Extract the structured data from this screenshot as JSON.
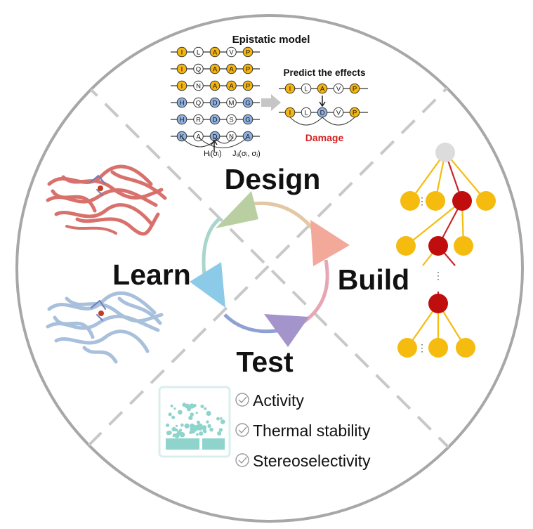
{
  "epistatic": {
    "title": "Epistatic model",
    "sequences": [
      {
        "residues": [
          {
            "l": "I",
            "c": "#f5b50e"
          },
          {
            "l": "L",
            "c": "#ffffff"
          },
          {
            "l": "A",
            "c": "#f5b50e"
          },
          {
            "l": "V",
            "c": "#ffffff"
          },
          {
            "l": "P",
            "c": "#f5b50e"
          }
        ]
      },
      {
        "residues": [
          {
            "l": "I",
            "c": "#f5b50e"
          },
          {
            "l": "Q",
            "c": "#ffffff"
          },
          {
            "l": "A",
            "c": "#f5b50e"
          },
          {
            "l": "A",
            "c": "#f5b50e"
          },
          {
            "l": "P",
            "c": "#f5b50e"
          }
        ]
      },
      {
        "residues": [
          {
            "l": "I",
            "c": "#f5b50e"
          },
          {
            "l": "N",
            "c": "#ffffff"
          },
          {
            "l": "A",
            "c": "#f5b50e"
          },
          {
            "l": "A",
            "c": "#f5b50e"
          },
          {
            "l": "P",
            "c": "#f5b50e"
          }
        ]
      },
      {
        "residues": [
          {
            "l": "H",
            "c": "#8fb1e0"
          },
          {
            "l": "Q",
            "c": "#ffffff"
          },
          {
            "l": "D",
            "c": "#8fb1e0"
          },
          {
            "l": "M",
            "c": "#ffffff"
          },
          {
            "l": "G",
            "c": "#8fb1e0"
          }
        ]
      },
      {
        "residues": [
          {
            "l": "H",
            "c": "#8fb1e0"
          },
          {
            "l": "R",
            "c": "#ffffff"
          },
          {
            "l": "D",
            "c": "#8fb1e0"
          },
          {
            "l": "S",
            "c": "#ffffff"
          },
          {
            "l": "G",
            "c": "#8fb1e0"
          }
        ]
      },
      {
        "residues": [
          {
            "l": "K",
            "c": "#8fb1e0"
          },
          {
            "l": "A",
            "c": "#ffffff"
          },
          {
            "l": "D",
            "c": "#8fb1e0"
          },
          {
            "l": "N",
            "c": "#ffffff"
          },
          {
            "l": "A",
            "c": "#8fb1e0"
          }
        ]
      }
    ],
    "field_label": "Hᵢ(σᵢ)",
    "coupling_label": "Jᵢⱼ(σᵢ, σⱼ)"
  },
  "predict": {
    "title": "Predict the effects",
    "before": [
      {
        "l": "I",
        "c": "#f5b50e"
      },
      {
        "l": "L",
        "c": "#ffffff"
      },
      {
        "l": "A",
        "c": "#f5b50e"
      },
      {
        "l": "V",
        "c": "#ffffff"
      },
      {
        "l": "P",
        "c": "#f5b50e"
      }
    ],
    "after": [
      {
        "l": "I",
        "c": "#f5b50e"
      },
      {
        "l": "L",
        "c": "#ffffff"
      },
      {
        "l": "D",
        "c": "#8fb1e0"
      },
      {
        "l": "V",
        "c": "#ffffff"
      },
      {
        "l": "P",
        "c": "#f5b50e"
      }
    ],
    "result": "Damage",
    "result_color": "#d32020"
  },
  "cycle": {
    "stages": [
      "Design",
      "Build",
      "Test",
      "Learn"
    ],
    "colors": {
      "design": "#b9cfa2",
      "build": "#f2a99a",
      "test": "#a494cc",
      "learn": "#8ccbe8"
    }
  },
  "test": {
    "properties": [
      "Activity",
      "Thermal stability",
      "Stereoselectivity"
    ]
  },
  "tree": {
    "node_colors": {
      "root": "#dcdcdc",
      "normal": "#f5bc0f",
      "selected": "#c00d0d"
    },
    "edge_colors": {
      "normal": "#f5bc0f",
      "selected": "#c9282a"
    },
    "ellipsis": "⋮"
  },
  "colors": {
    "ring": "#a7a7a7",
    "dash": "#c8c8c8",
    "protein_red": "#d8706c",
    "protein_blue": "#a8c0dc",
    "plate": "#8fd3cd"
  }
}
